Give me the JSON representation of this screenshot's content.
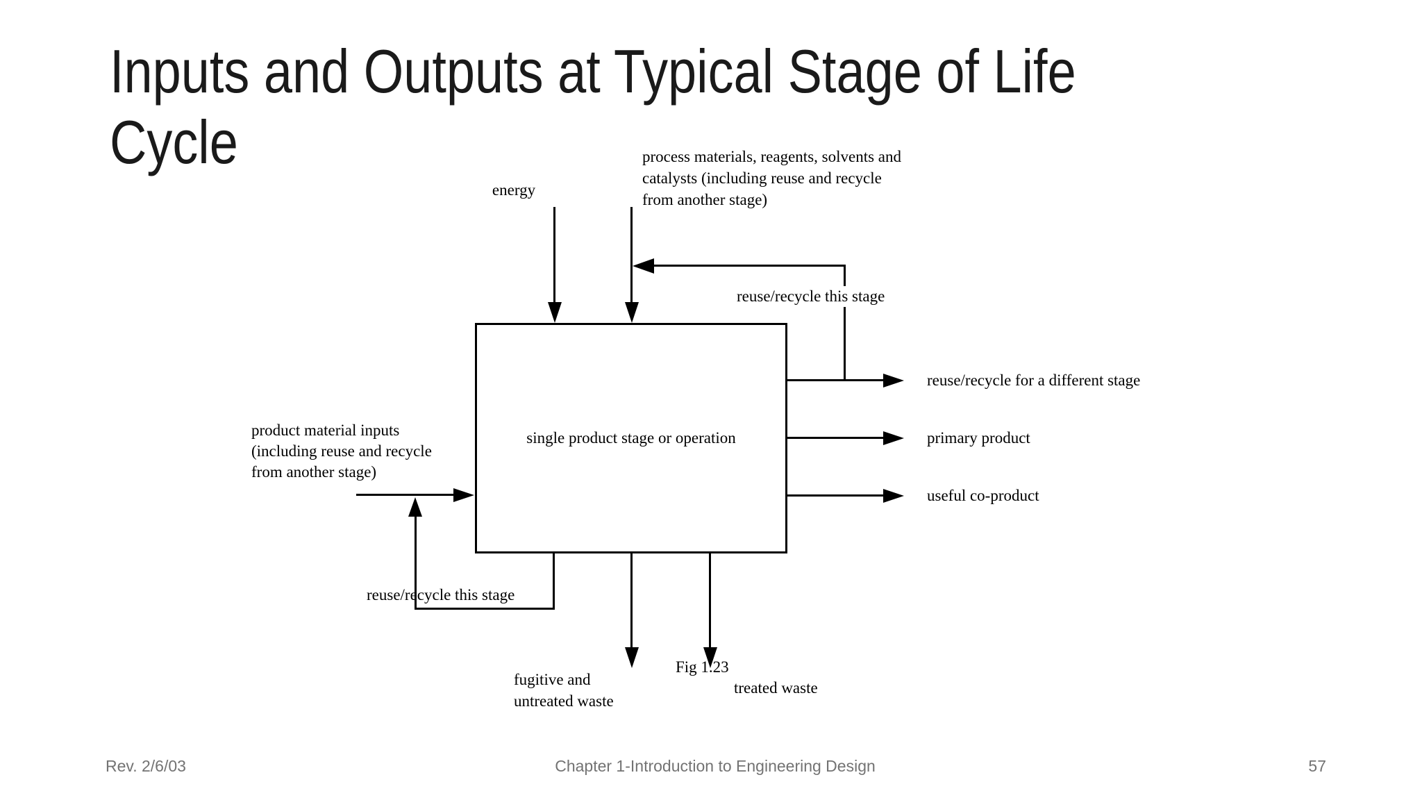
{
  "slide": {
    "title_line1": "Inputs and Outputs at Typical Stage of Life",
    "title_line2": "Cycle",
    "background_color": "#ffffff",
    "line_color": "#000000",
    "title_color": "#1a1a1a"
  },
  "diagram": {
    "box_label": "single product stage or operation",
    "inputs": {
      "energy_label": "energy",
      "process_materials_line1": "process materials, reagents, solvents and",
      "process_materials_line2": "catalysts (including reuse and recycle",
      "process_materials_line3": "from another stage)",
      "product_materials_line1": "product material inputs",
      "product_materials_line2": "(including reuse and recycle",
      "product_materials_line3": "from another stage)"
    },
    "outputs": {
      "reuse_different_stage": "reuse/recycle for a different stage",
      "primary_product": "primary product",
      "useful_co_product": "useful co-product",
      "fugitive_line1": "fugitive and",
      "fugitive_line2": "untreated waste",
      "treated_waste": "treated waste"
    },
    "recycle_top_label": "reuse/recycle this stage",
    "recycle_bottom_label": "reuse/recycle this stage",
    "figure_caption": "Fig 1.23"
  },
  "footer": {
    "revision": "Rev. 2/6/03",
    "chapter": "Chapter 1-Introduction to Engineering Design",
    "page_number": "57",
    "text_color": "#737373"
  }
}
